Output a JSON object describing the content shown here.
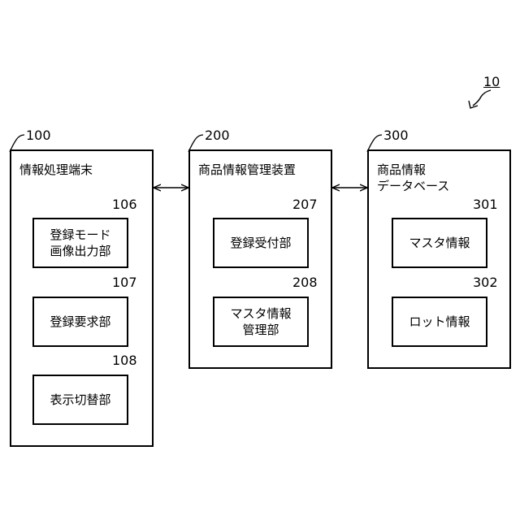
{
  "system": {
    "ref": "10"
  },
  "blocks": [
    {
      "ref": "100",
      "title": [
        "情報処理端末"
      ],
      "components": [
        {
          "ref": "106",
          "label": [
            "登録モード",
            "画像出力部"
          ]
        },
        {
          "ref": "107",
          "label": [
            "登録要求部"
          ]
        },
        {
          "ref": "108",
          "label": [
            "表示切替部"
          ]
        }
      ]
    },
    {
      "ref": "200",
      "title": [
        "商品情報管理装置"
      ],
      "components": [
        {
          "ref": "207",
          "label": [
            "登録受付部"
          ]
        },
        {
          "ref": "208",
          "label": [
            "マスタ情報",
            "管理部"
          ]
        }
      ]
    },
    {
      "ref": "300",
      "title": [
        "商品情報",
        "データベース"
      ],
      "components": [
        {
          "ref": "301",
          "label": [
            "マスタ情報"
          ]
        },
        {
          "ref": "302",
          "label": [
            "ロット情報"
          ]
        }
      ]
    }
  ]
}
